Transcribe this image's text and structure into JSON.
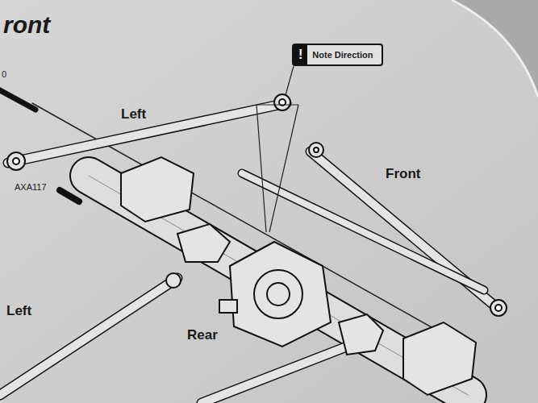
{
  "diagram": {
    "title": "ront",
    "nodes": [
      {
        "text": [
          "!",
          "Note Direction"
        ]
      }
    ],
    "labels": [
      "0",
      "Left",
      "Front",
      "AXA117",
      "Left",
      "Rear"
    ]
  }
}
